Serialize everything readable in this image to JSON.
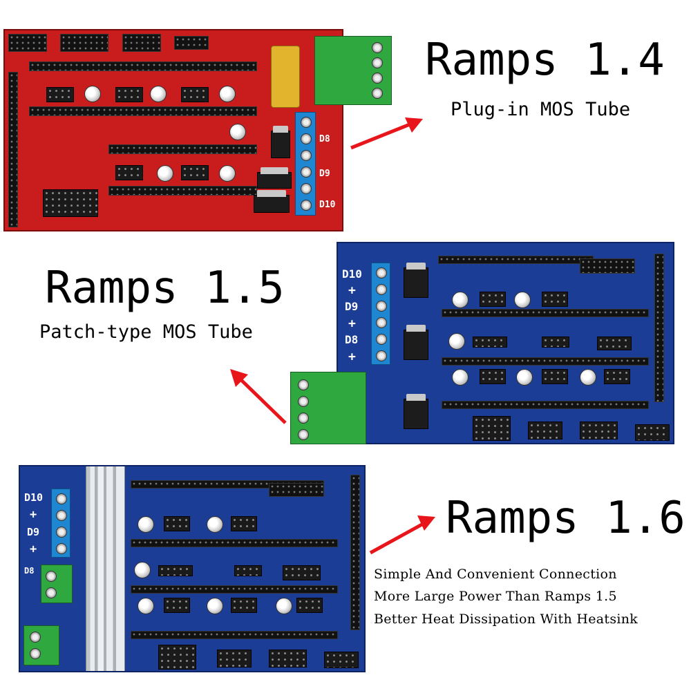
{
  "ramps14": {
    "title": "Ramps 1.4",
    "subtitle": "Plug-in MOS Tube",
    "labels": {
      "d8": "D8",
      "d9": "D9",
      "d10": "D10"
    }
  },
  "ramps15": {
    "title": "Ramps 1.5",
    "subtitle": "Patch-type MOS Tube",
    "labels": {
      "d10": "D10",
      "d9": "D9",
      "d8": "D8",
      "plus": "+"
    }
  },
  "ramps16": {
    "title": "Ramps 1.6",
    "features": [
      "Simple And Convenient Connection",
      "More Large Power Than  Ramps 1.5",
      "Better Heat Dissipation With Heatsink"
    ],
    "labels": {
      "d10": "D10",
      "d9": "D9",
      "d8": "D8",
      "plus": "+"
    }
  },
  "colors": {
    "arrow": "#e8151b",
    "red_board": "#c91d1d",
    "blue_board": "#1b3d95",
    "terminal_blue": "#1f86d2",
    "terminal_green": "#2fa83f"
  }
}
